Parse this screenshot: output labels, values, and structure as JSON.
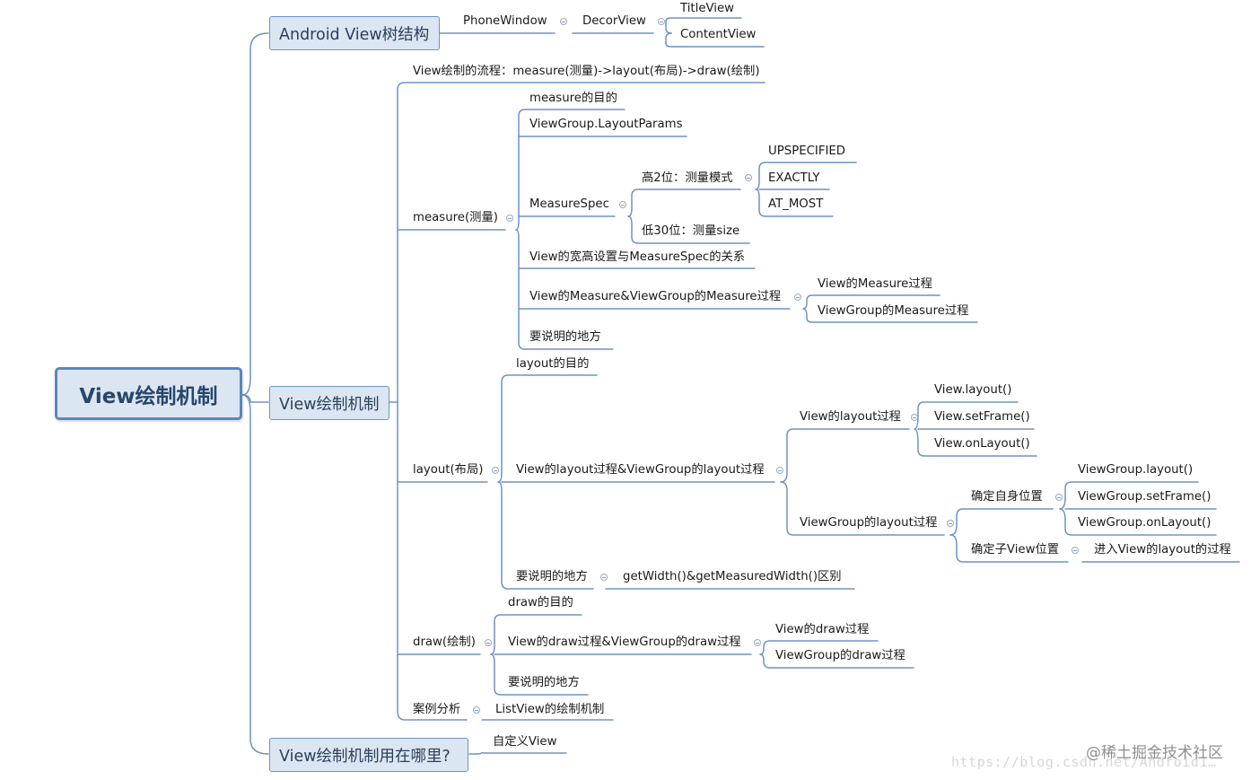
{
  "mindmap": {
    "root": "View绘制机制",
    "branches": {
      "android_tree": "Android View树结构",
      "mechanism": "View绘制机制",
      "where_used": "View绘制机制用在哪里?"
    },
    "tree": {
      "phone_window": "PhoneWindow",
      "decor_view": "DecorView",
      "title_view": "TitleView",
      "content_view": "ContentView"
    },
    "flow": "View绘制的流程：measure(测量)->layout(布局)->draw(绘制)",
    "measure": {
      "label": "measure(测量)",
      "purpose": "measure的目的",
      "layout_params": "ViewGroup.LayoutParams",
      "measure_spec": "MeasureSpec",
      "high_bits": "高2位：测量模式",
      "low_bits": "低30位：测量size",
      "mode_unspecified": "UPSPECIFIED",
      "mode_exactly": "EXACTLY",
      "mode_at_most": "AT_MOST",
      "relation": "View的宽高设置与MeasureSpec的关系",
      "process": "View的Measure&ViewGroup的Measure过程",
      "view_process": "View的Measure过程",
      "viewgroup_process": "ViewGroup的Measure过程",
      "notes": "要说明的地方"
    },
    "layout": {
      "label": "layout(布局)",
      "purpose": "layout的目的",
      "process": "View的layout过程&ViewGroup的layout过程",
      "view_process": "View的layout过程",
      "view_layout": "View.layout()",
      "view_setframe": "View.setFrame()",
      "view_onlayout": "View.onLayout()",
      "viewgroup_process": "ViewGroup的layout过程",
      "self_position": "确定自身位置",
      "vg_layout": "ViewGroup.layout()",
      "vg_setframe": "ViewGroup.setFrame()",
      "vg_onlayout": "ViewGroup.onLayout()",
      "child_position": "确定子View位置",
      "enter_child": "进入View的layout的过程",
      "notes": "要说明的地方",
      "width_diff": "getWidth()&getMeasuredWidth()区别"
    },
    "draw": {
      "label": "draw(绘制)",
      "purpose": "draw的目的",
      "process": "View的draw过程&ViewGroup的draw过程",
      "view_process": "View的draw过程",
      "viewgroup_process": "ViewGroup的draw过程",
      "notes": "要说明的地方"
    },
    "case": {
      "label": "案例分析",
      "listview": "ListView的绘制机制"
    },
    "custom_view": "自定义View"
  },
  "watermark": {
    "url": "https://blog.csdn.net/Android1…",
    "brand": "@稀土掘金技术社区"
  },
  "colors": {
    "line": "#6f93c4",
    "root_fill": "#dce6f2",
    "root_border": "#5b86bd"
  }
}
